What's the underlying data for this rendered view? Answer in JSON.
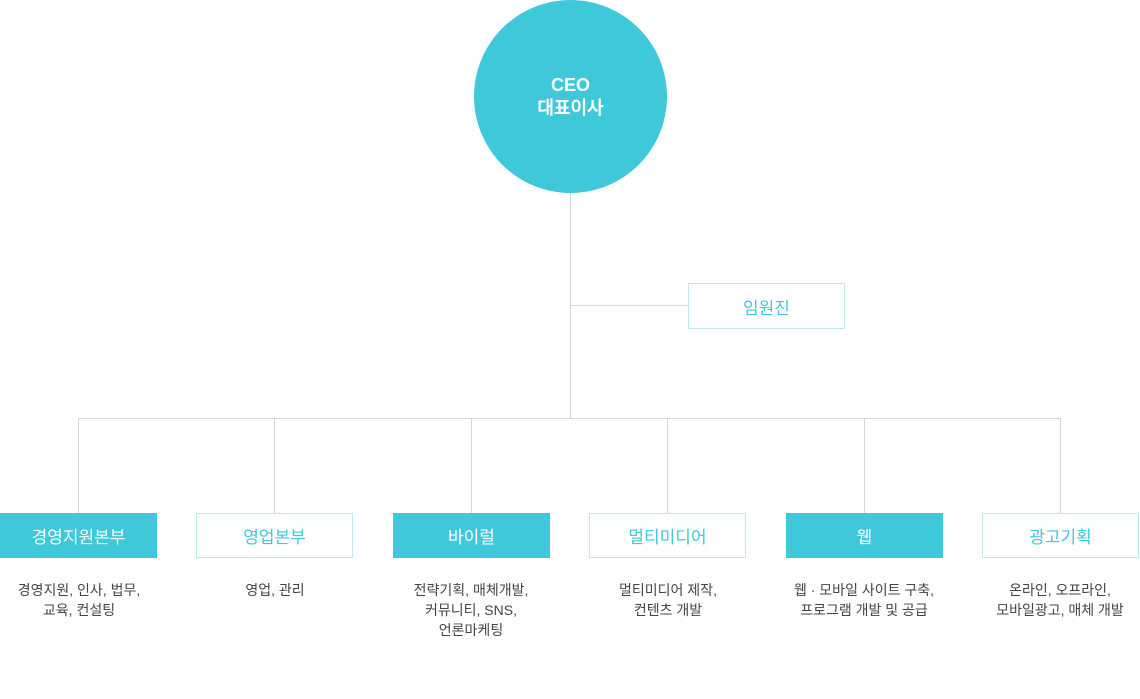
{
  "ceo": {
    "title_en": "CEO",
    "title_ko": "대표이사"
  },
  "executives": {
    "label": "임원진"
  },
  "divisions": [
    {
      "name": "경영지원본부",
      "style": "filled",
      "desc": [
        "경영지원, 인사, 법무,",
        "교육, 컨설팅"
      ]
    },
    {
      "name": "영업본부",
      "style": "outline",
      "desc": [
        "영업, 관리"
      ]
    },
    {
      "name": "바이럴",
      "style": "filled",
      "desc": [
        "전략기획, 매체개발,",
        "커뮤니티, SNS,",
        "언론마케팅"
      ]
    },
    {
      "name": "멀티미디어",
      "style": "outline",
      "desc": [
        "멀티미디어 제작,",
        "컨텐츠 개발"
      ]
    },
    {
      "name": "웹",
      "style": "filled",
      "desc": [
        "웹 · 모바일 사이트 구축,",
        "프로그램 개발 및 공급"
      ]
    },
    {
      "name": "광고기획",
      "style": "outline",
      "desc": [
        "온라인, 오프라인,",
        "모바일광고, 매체 개발"
      ]
    }
  ],
  "colors": {
    "accent": "#3ec8da",
    "line": "#d4d4d4",
    "outline_border": "#bfe9ef",
    "desc_text": "#444444"
  }
}
